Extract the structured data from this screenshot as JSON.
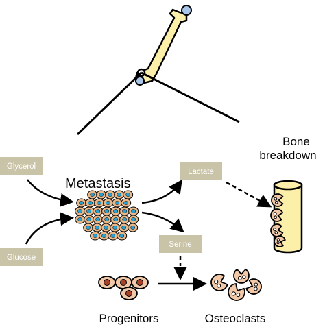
{
  "boxes": {
    "glycerol": "Glycerol",
    "glucose": "Glucose",
    "lactate": "Lactate",
    "serine": "Serine"
  },
  "labels": {
    "metastasis": "Metastasis",
    "bone_line1": "Bone",
    "bone_line2": "breakdown",
    "progenitors": "Progenitors",
    "osteoclasts": "Osteoclasts"
  },
  "colors": {
    "box_fill": "#c9c3a8",
    "bone_fill": "#fbefa9",
    "cartilage": "#a9c6e8",
    "cell_fill": "#f2c9a8",
    "nucleus": "#a8432a",
    "tumor_cell": "#e8b88a",
    "tumor_nucleus": "#2a9fd1"
  }
}
